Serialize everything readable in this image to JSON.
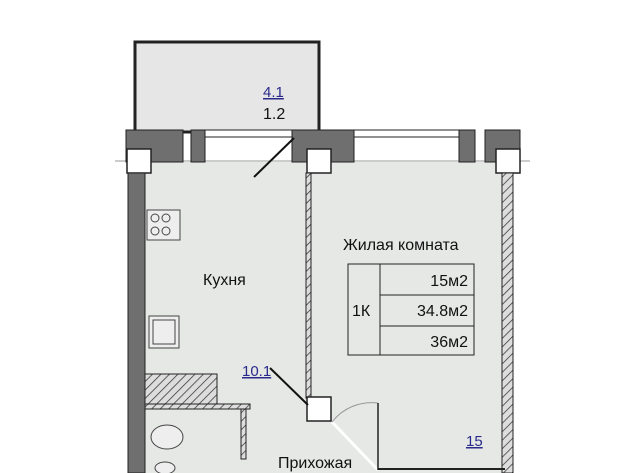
{
  "balcony": {
    "number": "4.1",
    "area": "1.2"
  },
  "kitchen": {
    "label": "Кухня",
    "number": "10.1"
  },
  "living_room": {
    "label": "Жилая комната",
    "number": "15"
  },
  "hallway": {
    "label": "Прихожая"
  },
  "summary": {
    "type": "1К",
    "living_area": "15м2",
    "total_area": "34.8м2",
    "area_with_balcony": "36м2"
  },
  "colors": {
    "floor": "#e6e8e6",
    "wall": "#6f6f6f",
    "label_blue": "#2a2a8a"
  }
}
